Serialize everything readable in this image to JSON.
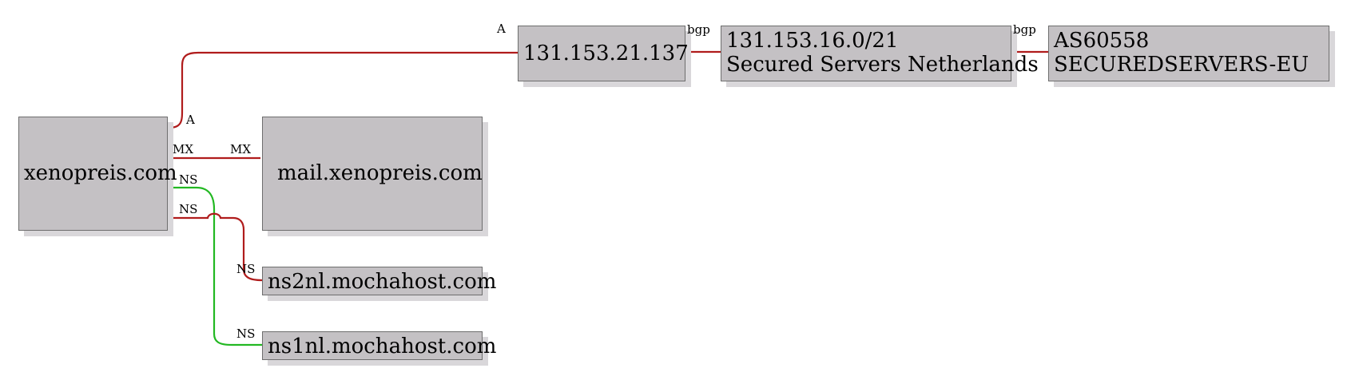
{
  "nodes": {
    "domain": {
      "label": "xenopreis.com"
    },
    "mail": {
      "label": "mail.xenopreis.com"
    },
    "ns2": {
      "label": "ns2nl.mochahost.com"
    },
    "ns1": {
      "label": "ns1nl.mochahost.com"
    },
    "ip": {
      "label": "131.153.21.137"
    },
    "net": {
      "line1": "131.153.16.0/21",
      "line2": "Secured Servers Netherlands"
    },
    "asn": {
      "line1": "AS60558",
      "line2": "SECUREDSERVERS-EU"
    }
  },
  "edges": {
    "a_src": "A",
    "a_dst": "A",
    "mx_src": "MX",
    "mx_dst": "MX",
    "ns_green_src": "NS",
    "ns_green_dst": "NS",
    "ns_red_src": "NS",
    "ns_red_dst": "NS",
    "bgp_ip_net": "bgp",
    "bgp_net_asn": "bgp"
  },
  "colors": {
    "red_edge": "#b01c1c",
    "green_edge": "#22b822",
    "node_fill": "#c4c1c4"
  }
}
